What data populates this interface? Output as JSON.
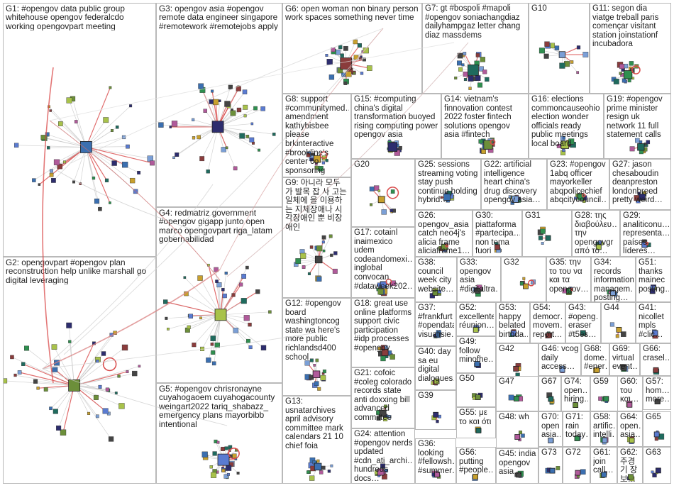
{
  "groups": [
    {
      "id": "G1",
      "label": "G1: #opengov data public group whitehouse opengov federalcdo working opengovpart meeting"
    },
    {
      "id": "G2",
      "label": "G2: opengovpart #opengov plan reconstruction help unlike marshall go digital leveraging"
    },
    {
      "id": "G3",
      "label": "G3: opengov asia #opengov remote data engineer singapore #remotework #remotejobs apply"
    },
    {
      "id": "G4",
      "label": "G4: redmatriz government #opengov gigapp junto open marco opengovpart riga_latam gobernabilidad"
    },
    {
      "id": "G5",
      "label": "G5: #opengov chrisronayne cuyahogaoem cuyahogacounty weingart2022 tariq_shabazz_ emergency plans mayorbibb intentional"
    },
    {
      "id": "G6",
      "label": "G6: open woman non binary person work spaces something never time"
    },
    {
      "id": "G7",
      "label": "G7: gt #bospoli #mapoli #opengov soniachangdiaz dailyhampgaz letter chang diaz massdems"
    },
    {
      "id": "G8",
      "label": "G8: support #communitymed… amendment kathybisbee please brkinteractive #brookline's center co sponsoring"
    },
    {
      "id": "G9",
      "label": "G9: 아니라 모두 가 발목 잡 사 고는 일체에 을 이용하 는 지체장애나 시 각장애인 뿐 비장애인"
    },
    {
      "id": "G10",
      "label": "G10"
    },
    {
      "id": "G11",
      "label": "G11: segon dia viatge treball paris començar visitant station joinstationf incubadora"
    },
    {
      "id": "G12",
      "label": "G12: #opengov board washingtoncog state wa here's more public richlandsd400 school"
    },
    {
      "id": "G13",
      "label": "G13: usnatarchives april advisory committee mark calendars 21 10 chief foia"
    },
    {
      "id": "G14",
      "label": "G14: vietnam's finnovation contest 2022 foster fintech solutions opengov asia #fintech"
    },
    {
      "id": "G15",
      "label": "G15: #computing china's digital transformation buoyed rising computing power opengov asia"
    },
    {
      "id": "G16",
      "label": "G16: elections commoncauseohio election wonder officials ready public meetings local board"
    },
    {
      "id": "G17",
      "label": "G17: cotainl inaimexico udem codeandomexi… inglobal convocan #dataweek202…"
    },
    {
      "id": "G18",
      "label": "G18: great use online platforms support civic participation #idp processes #opengov"
    },
    {
      "id": "G19",
      "label": "G19: #opengov prime minister resign uk network 11 full statement calls"
    },
    {
      "id": "G20",
      "label": "G20"
    },
    {
      "id": "G21",
      "label": "G21: cofoic #coleg colorado records state anti doxxing bill advanced committee"
    },
    {
      "id": "G22",
      "label": "G22: artificial intelligence heart china's drug discovery opengov asia…"
    },
    {
      "id": "G23",
      "label": "G23: #opengov 1abq officer mayorkeller abqpolicechief abqcitycouncil…"
    },
    {
      "id": "G24",
      "label": "G24: attention #opengov nerds updated #cdn_ati_archi… hundreds docs…"
    },
    {
      "id": "G25",
      "label": "G25: sessions streaming voting stay push continue holding hybrid…"
    },
    {
      "id": "G26",
      "label": "G26: opengov_asia catch neo4j's alicia frame aliciaframe1…"
    },
    {
      "id": "G27",
      "label": "G27: jason chesaboudin deanpreston londonbreed pretty weird…"
    },
    {
      "id": "G28",
      "label": "G28: της διαβούλευ… την opengovgr από το…"
    },
    {
      "id": "G29",
      "label": "G29: analiticonu… representa… países líderes…"
    },
    {
      "id": "G30",
      "label": "G30: piattaforma #partecipa… non tema fuori moda…"
    },
    {
      "id": "G31",
      "label": "G31"
    },
    {
      "id": "G32",
      "label": "G32"
    },
    {
      "id": "G33",
      "label": "G33: opengov asia #digitaltra…"
    },
    {
      "id": "G34",
      "label": "G34: records information managem… posting…"
    },
    {
      "id": "G35",
      "label": "G35: την το του να και τα opengov…"
    },
    {
      "id": "G36",
      "label": "G36: looking #fellowsh… #summer…"
    },
    {
      "id": "G37",
      "label": "G37: #frankfurt #opendata visualisie…"
    },
    {
      "id": "G38",
      "label": "G38: council week city website…"
    },
    {
      "id": "G39",
      "label": "G39"
    },
    {
      "id": "G40",
      "label": "G40: day sa eu digital dialogues…"
    },
    {
      "id": "G41",
      "label": "G41: nicollet mpls #clic…"
    },
    {
      "id": "G42",
      "label": "G42"
    },
    {
      "id": "G43",
      "label": "G43: #openg… eraser #t5es…"
    },
    {
      "id": "G44",
      "label": "G44"
    },
    {
      "id": "G45",
      "label": "G45: india opengov asia…"
    },
    {
      "id": "G46",
      "label": "G46: vcog daily access…"
    },
    {
      "id": "G47",
      "label": "G47"
    },
    {
      "id": "G48",
      "label": "G48: wh"
    },
    {
      "id": "G49",
      "label": "G49: follow minofhe…"
    },
    {
      "id": "G50",
      "label": "G50"
    },
    {
      "id": "G51",
      "label": "G51: thanks mainec posting…"
    },
    {
      "id": "G52",
      "label": "G52: excellente réunion…"
    },
    {
      "id": "G53",
      "label": "G53: happy belated birthda…"
    },
    {
      "id": "G54",
      "label": "G54: democr… movem… report…"
    },
    {
      "id": "G55",
      "label": "G55: με το και ότι"
    },
    {
      "id": "G56",
      "label": "G56: putting #people…"
    },
    {
      "id": "G57",
      "label": "G57: hom… more…"
    },
    {
      "id": "G58",
      "label": "G58: artific… intelli…"
    },
    {
      "id": "G59",
      "label": "G59"
    },
    {
      "id": "G60",
      "label": "G60: του και…"
    },
    {
      "id": "G61",
      "label": "G61: join call…"
    },
    {
      "id": "G62",
      "label": "G62: 주경기 장 보…"
    },
    {
      "id": "G63",
      "label": "G63"
    },
    {
      "id": "G64",
      "label": "G64: open… asia…"
    },
    {
      "id": "G65",
      "label": "G65"
    },
    {
      "id": "G66",
      "label": "G66: crasel…"
    },
    {
      "id": "G67",
      "label": "G67"
    },
    {
      "id": "G68",
      "label": "G68: dome… #ener…"
    },
    {
      "id": "G69",
      "label": "G69: virtual event…"
    },
    {
      "id": "G70",
      "label": "G70: open… asia…"
    },
    {
      "id": "G71",
      "label": "G71: rain today…"
    },
    {
      "id": "G72",
      "label": "G72"
    },
    {
      "id": "G73",
      "label": "G73"
    },
    {
      "id": "G74",
      "label": "G74: open… hiring…"
    }
  ],
  "colors": {
    "edge_gray": "#c8c8c8",
    "edge_red": "#d94a4a",
    "cell_border": "#b9b9b9",
    "node_fill": [
      "#3b6fb0",
      "#6c8f3a",
      "#2d2d6e",
      "#a8c24a",
      "#5a7bd1",
      "#8a3c3c",
      "#1f6b5e",
      "#c8a02d",
      "#444444",
      "#7b9fd6",
      "#2f8f4f",
      "#b05a9a"
    ]
  }
}
